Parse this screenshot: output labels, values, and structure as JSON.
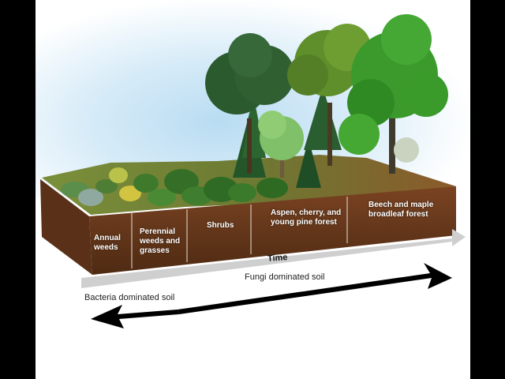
{
  "diagram": {
    "stages": [
      "Annual weeds",
      "Perennial weeds and grasses",
      "Shrubs",
      "Aspen, cherry, and young pine forest",
      "Beech and maple broadleaf forest"
    ],
    "time_label": "Time",
    "fungi_label": "Fungi dominated soil",
    "bacteria_label": "Bacteria dominated soil"
  },
  "colors": {
    "soil": "#6b3a1c",
    "arrow_gray": "#c8c8c8",
    "arrow_black": "#000000",
    "foliage": "#3f8f2a"
  },
  "icons": [
    "bush-icon",
    "conifer-icon",
    "broadleaf-tree-icon"
  ]
}
